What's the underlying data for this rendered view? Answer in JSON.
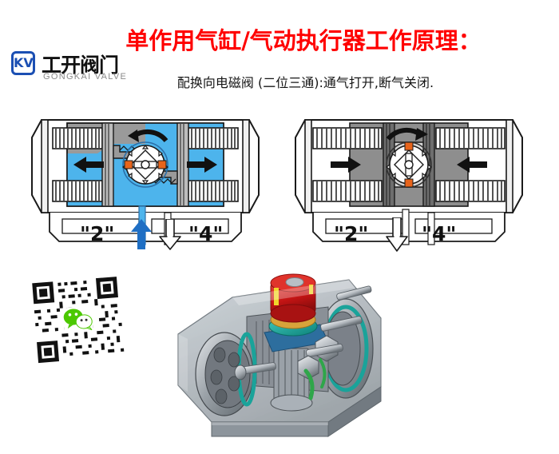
{
  "header": {
    "title": "单作用气缸/气动执行器工作原理：",
    "title_color": "#ff0000",
    "subtitle": "配换向电磁阀 (二位三通):通气打开,断气关闭.",
    "subtitle_color": "#151515"
  },
  "logo": {
    "mark_text": "KV",
    "cn_name": "工开阀门",
    "en_name": "GONGKAI VALVE",
    "mark_color": "#1b4fb3",
    "cn_color": "#111111",
    "en_color": "#8a8a8a"
  },
  "diagrams": {
    "left": {
      "state_name": "air-supplied-open",
      "port_2_label": "\"2\"",
      "port_4_label": "\"4\"",
      "port_2_flow": "supply-in",
      "port_4_flow": "exhaust-out",
      "port_2_arrow_color": "#1f6fc4",
      "port_4_arrow_color": "#ffffff",
      "chamber_fill": "#4db4ec",
      "piston_fill": "#9a9a9a",
      "rotation": "counter-clockwise",
      "piston_arrow_left": "outward-left",
      "piston_arrow_right": "outward-right",
      "spring_state": "compressed"
    },
    "right": {
      "state_name": "air-exhausted-closed",
      "port_2_label": "\"2\"",
      "port_4_label": "\"4\"",
      "port_2_flow": "exhaust-out",
      "port_4_flow": "none",
      "port_2_arrow_color": "#ffffff",
      "chamber_fill": "#9a9a9a",
      "piston_fill": "#6e6e6e",
      "rotation": "clockwise",
      "piston_arrow_left": "inward-right",
      "piston_arrow_right": "inward-left",
      "spring_state": "extended"
    },
    "colors": {
      "outline": "#1a1a1a",
      "body_light": "#f2f2f2",
      "accent_orange": "#e8641b",
      "pinion_white": "#ffffff",
      "air_blue": "#4db4ec"
    }
  },
  "qr_code": {
    "name": "wechat-qr-code",
    "center_logo": "wechat-icon",
    "logo_color": "#4bc800"
  },
  "render_3d": {
    "name": "actuator-3d-cutaway",
    "indicator_cap_color": "#cc1111",
    "seal_color": "#1aa39a",
    "housing_color": "#8e969c",
    "bolt_color": "#c9ccd0"
  }
}
